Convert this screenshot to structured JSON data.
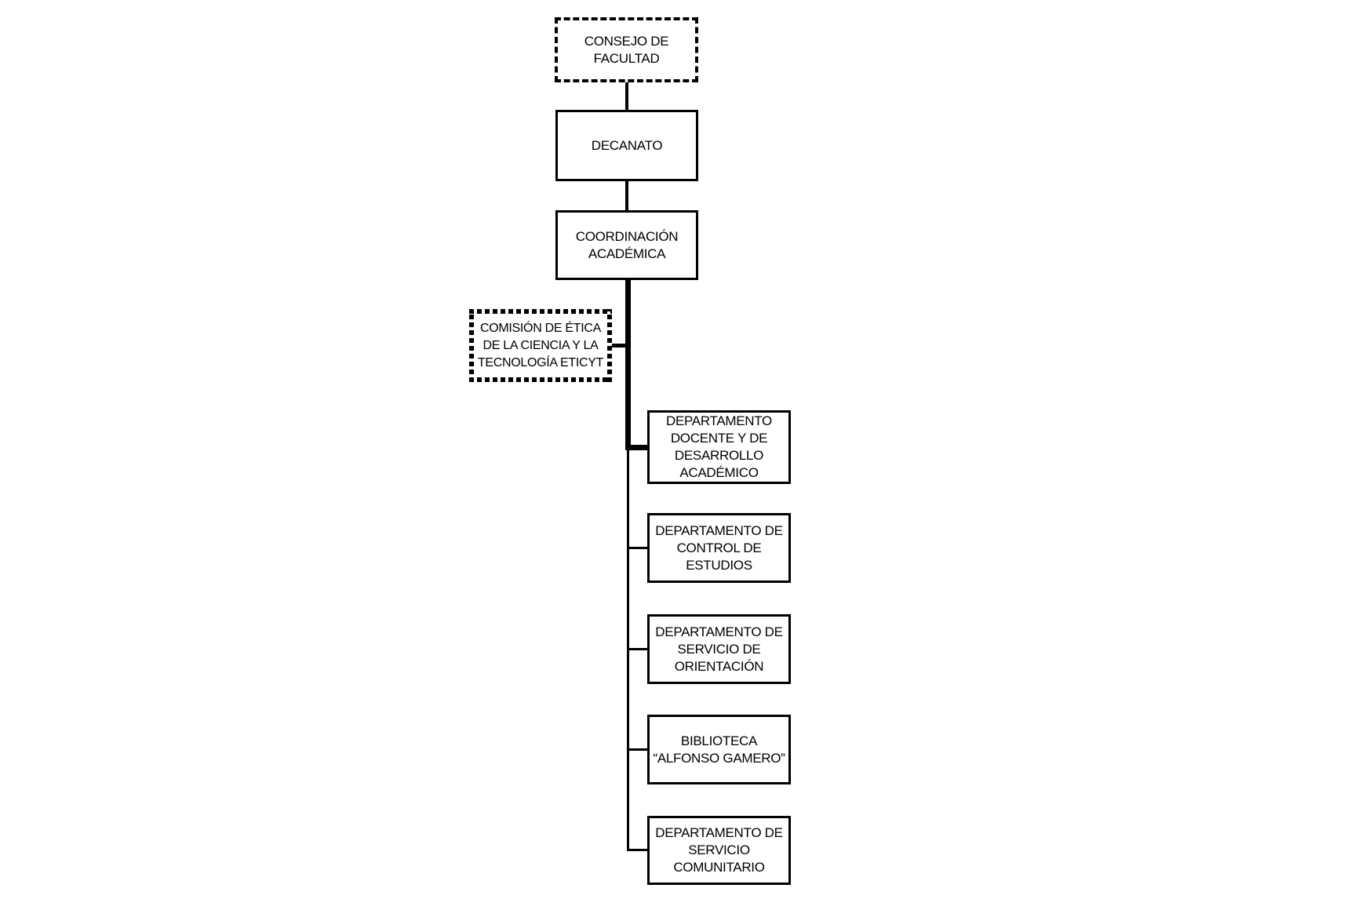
{
  "diagram": {
    "kind": "org-chart",
    "colors": {
      "line": "#000000",
      "background": "#ffffff",
      "text": "#000000"
    },
    "nodes": {
      "consejo": {
        "label": "CONSEJO DE\nFACULTAD",
        "border_style": "dashed"
      },
      "decanato": {
        "label": "DECANATO",
        "border_style": "solid"
      },
      "coordinacion": {
        "label": "COORDINACIÓN\nACADÉMICA",
        "border_style": "solid"
      },
      "eticyt": {
        "label": "COMISIÓN DE ÉTICA\nDE LA CIENCIA Y LA\nTECNOLOGÍA ETICYT",
        "border_style": "square-dotted"
      },
      "docente": {
        "label": "DEPARTAMENTO\nDOCENTE Y DE\nDESARROLLO\nACADÉMICO",
        "border_style": "solid"
      },
      "control": {
        "label": "DEPARTAMENTO DE\nCONTROL DE\nESTUDIOS",
        "border_style": "solid"
      },
      "orientacion": {
        "label": "DEPARTAMENTO DE\nSERVICIO DE\nORIENTACIÓN",
        "border_style": "solid"
      },
      "biblioteca": {
        "label": "BIBLIOTECA\n“ALFONSO GAMERO”",
        "border_style": "solid"
      },
      "comunitario": {
        "label": "DEPARTAMENTO DE\nSERVICIO\nCOMUNITARIO",
        "border_style": "solid"
      }
    }
  }
}
